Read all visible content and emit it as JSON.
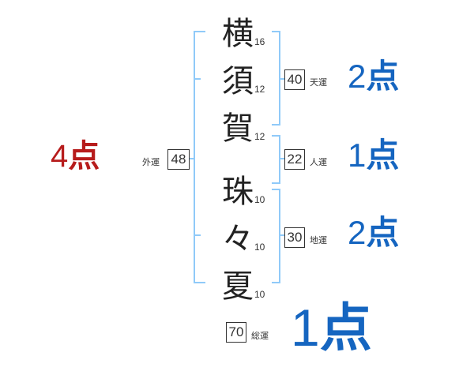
{
  "name_chars": [
    {
      "char": "横",
      "strokes": "16"
    },
    {
      "char": "須",
      "strokes": "12"
    },
    {
      "char": "賀",
      "strokes": "12"
    },
    {
      "char": "珠",
      "strokes": "10"
    },
    {
      "char": "々",
      "strokes": "10"
    },
    {
      "char": "夏",
      "strokes": "10"
    }
  ],
  "kakusu": {
    "tenkaku": {
      "value": "40",
      "label": "天運",
      "points": "2",
      "unit": "点"
    },
    "jinkaku": {
      "value": "22",
      "label": "人運",
      "points": "1",
      "unit": "点"
    },
    "chikaku": {
      "value": "30",
      "label": "地運",
      "points": "2",
      "unit": "点"
    },
    "gaikaku": {
      "value": "48",
      "label": "外運",
      "points": "4",
      "unit": "点"
    },
    "soukaku": {
      "value": "70",
      "label": "総運",
      "points": "1",
      "unit": "点"
    }
  },
  "colors": {
    "bracket": "#90caf9",
    "score_blue": "#1565c0",
    "score_red": "#b71c1c"
  }
}
